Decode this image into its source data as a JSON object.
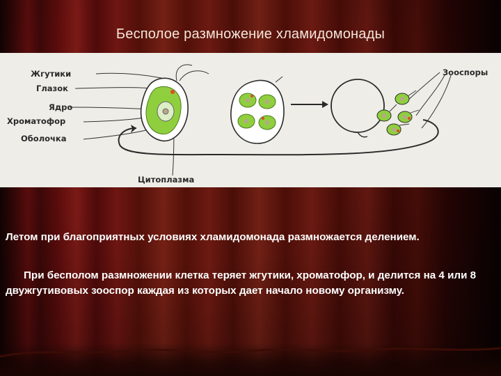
{
  "slide": {
    "title": "Бесполое размножение хламидомонады",
    "paragraph1": "Летом при благоприятных условиях хламидомонада размножается делением.",
    "paragraph2": "При бесполом размножении клетка теряет жгутики, хроматофор, и делится на 4 или 8 двужгутивовых зооспор каждая из которых дает начало новому организму."
  },
  "figure": {
    "labels": {
      "flagella": "Жгутики",
      "eyespot": "Глазок",
      "nucleus": "Ядро",
      "chromatophore": "Хроматофор",
      "membrane": "Оболочка",
      "cytoplasm": "Цитоплазма",
      "zoospores": "Зооспоры"
    }
  },
  "colors": {
    "curtain": "#6a1410",
    "figure_bg": "#efede7",
    "chloroplast": "#8fcf3e",
    "text": "#ffffff"
  }
}
